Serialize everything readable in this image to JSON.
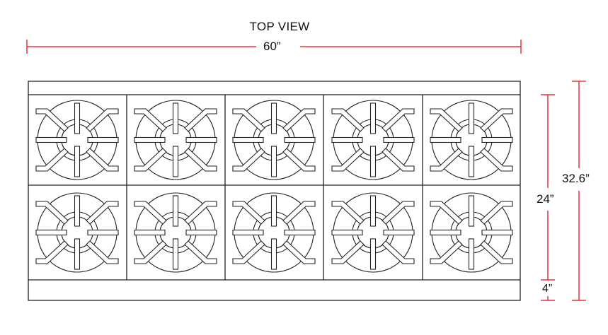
{
  "drawing": {
    "title": "TOP VIEW",
    "dimensions": {
      "width": "60”",
      "depth_total": "32.6”",
      "depth_burner": "24”",
      "depth_front": "4”"
    },
    "burner_rows": 2,
    "burner_cols": 5,
    "colors": {
      "dimension_line": "#e8323c",
      "outline": "#222222"
    }
  }
}
